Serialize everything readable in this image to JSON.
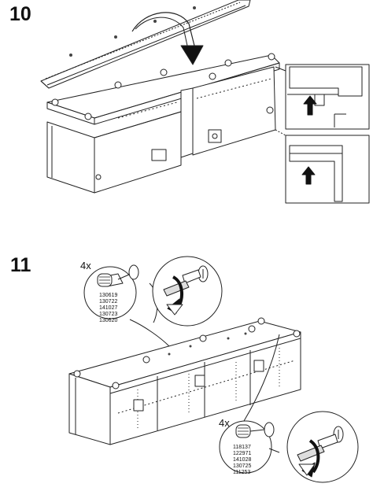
{
  "step10": {
    "number": "10"
  },
  "step11": {
    "number": "11",
    "callout_top": {
      "quantity": "4x",
      "part_numbers": [
        "130619",
        "130722",
        "141027",
        "130723",
        "130620"
      ]
    },
    "callout_bottom": {
      "quantity": "4x",
      "part_numbers": [
        "118137",
        "122971",
        "141028",
        "130725",
        "111253"
      ]
    }
  }
}
